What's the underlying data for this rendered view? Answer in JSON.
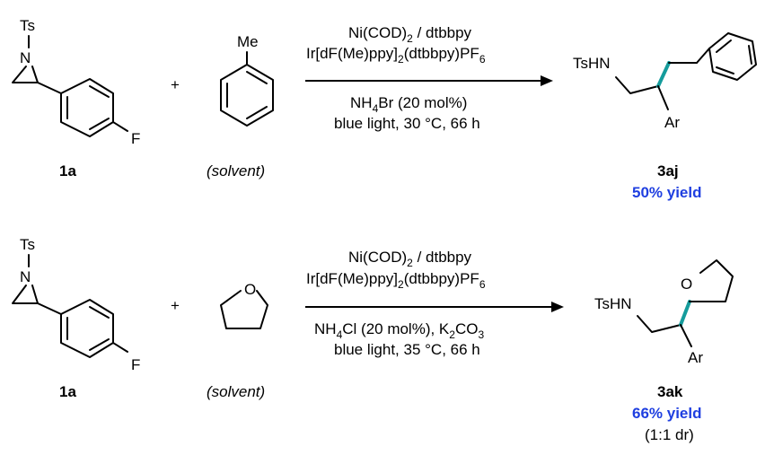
{
  "colors": {
    "bond_highlight": "#159c9c",
    "yield_text": "#1f3fe0"
  },
  "reaction1": {
    "plus": "+",
    "reactant1": {
      "substituent": "Ts",
      "n": "N",
      "f": "F",
      "label": "1a"
    },
    "reactant2": {
      "me": "Me",
      "note": "(solvent)"
    },
    "conditions": {
      "line1": "Ni(COD)",
      "line1_sub": "2",
      "line1_rest": " / dtbbpy",
      "line2": "Ir[dF(Me)ppy]",
      "line2_sub1": "2",
      "line2_mid": "(dtbbpy)PF",
      "line2_sub2": "6",
      "line3": "NH",
      "line3_sub": "4",
      "line3_rest": "Br (20 mol%)",
      "line4": "blue light, 30 °C, 66 h"
    },
    "product": {
      "tshn": "TsHN",
      "ar": "Ar",
      "label": "3aj",
      "yield": "50% yield"
    }
  },
  "reaction2": {
    "plus": "+",
    "reactant1": {
      "substituent": "Ts",
      "n": "N",
      "f": "F",
      "label": "1a"
    },
    "reactant2": {
      "o": "O",
      "note": "(solvent)"
    },
    "conditions": {
      "line1": "Ni(COD)",
      "line1_sub": "2",
      "line1_rest": " / dtbbpy",
      "line2": "Ir[dF(Me)ppy]",
      "line2_sub1": "2",
      "line2_mid": "(dtbbpy)PF",
      "line2_sub2": "6",
      "line3": "NH",
      "line3_sub": "4",
      "line3_rest": "Cl (20 mol%), K",
      "line3_sub2": "2",
      "line3_rest2": "CO",
      "line3_sub3": "3",
      "line4": "blue light, 35 °C, 66 h"
    },
    "product": {
      "tshn": "TsHN",
      "o": "O",
      "ar": "Ar",
      "label": "3ak",
      "yield": "66% yield",
      "dr": "(1:1 dr)"
    }
  }
}
